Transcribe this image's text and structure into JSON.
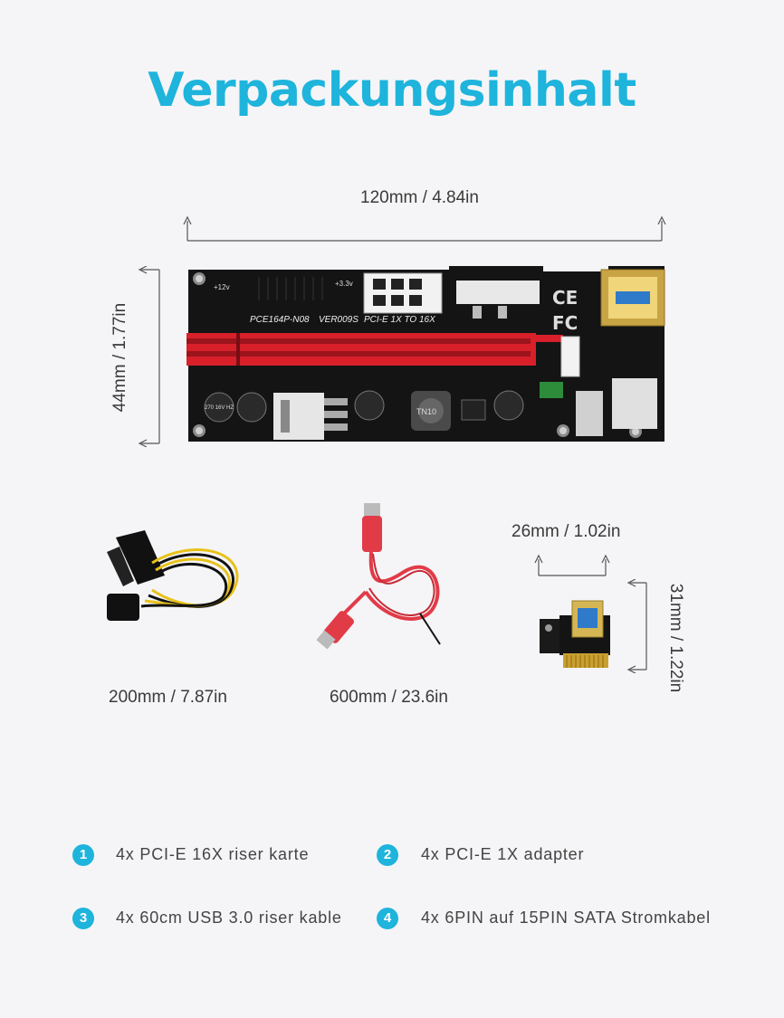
{
  "title": "Verpackungsinhalt",
  "dimensions": {
    "riser_width": "120mm / 4.84in",
    "riser_height": "44mm / 1.77in",
    "adapter_width": "26mm / 1.02in",
    "adapter_height": "31mm / 1.22in",
    "power_cable_length": "200mm / 7.87in",
    "usb_cable_length": "600mm / 23.6in"
  },
  "board_labels": {
    "model": "PCE164P-N08",
    "version": "VER009S",
    "description": "PCI-E 1X TO 16X",
    "plus12v": "+12v",
    "plus33v": "+3.3v",
    "inductor": "TN10",
    "cap_label": "270 16V HZ"
  },
  "contents": [
    {
      "number": "1",
      "text": "4x PCI-E 16X riser karte"
    },
    {
      "number": "2",
      "text": "4x PCI-E 1X adapter"
    },
    {
      "number": "3",
      "text": "4x 60cm USB 3.0 riser kable"
    },
    {
      "number": "4",
      "text": "4x 6PIN auf 15PIN SATA Stromkabel"
    }
  ],
  "colors": {
    "accent": "#1eb4dc",
    "slot_red": "#d8202a",
    "pcb_black": "#141414",
    "cable_red": "#e23b48",
    "cable_yellow": "#e8c21a"
  }
}
